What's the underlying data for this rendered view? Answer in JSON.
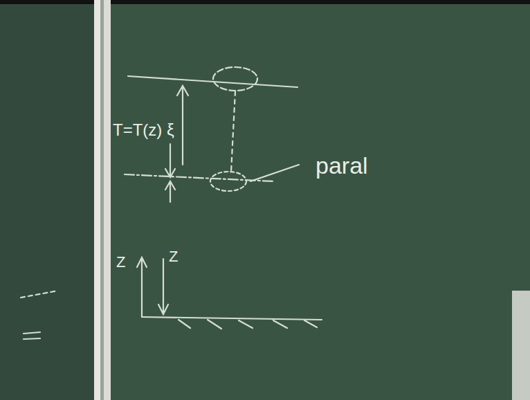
{
  "diagram": {
    "labels": [
      "T=T(z) ξ",
      "paral",
      "Z",
      "Z"
    ]
  }
}
